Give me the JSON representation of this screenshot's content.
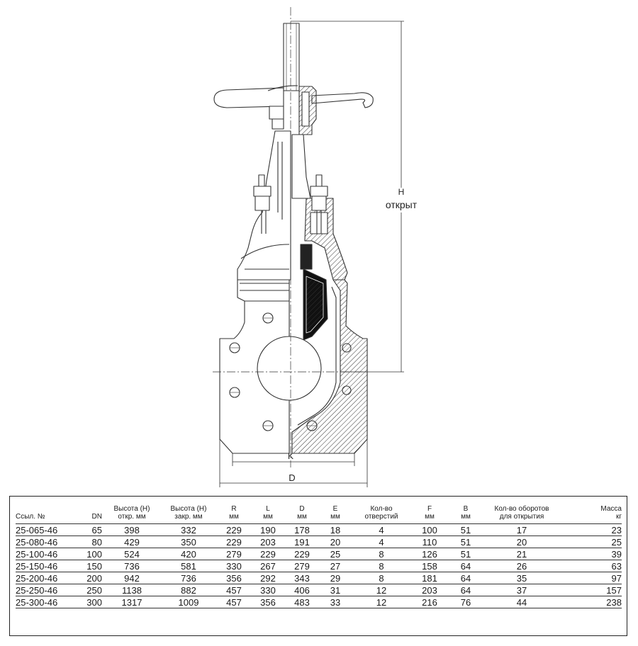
{
  "drawing": {
    "label_h": "H",
    "label_open": "открыт",
    "label_k": "K",
    "label_d": "D"
  },
  "table": {
    "headers": [
      "Ссыл. №",
      "DN",
      "Высота (H)\nоткр. мм",
      "Высота (H)\nзакр. мм",
      "R\nмм",
      "L\nмм",
      "D\nмм",
      "E\nмм",
      "Кол-во\nотверстий",
      "F\nмм",
      "B\nмм",
      "Кол-во оборотов\nдля открытия",
      "Масса\nкг"
    ],
    "rows": [
      [
        "25-065-46",
        "65",
        "398",
        "332",
        "229",
        "190",
        "178",
        "18",
        "4",
        "100",
        "51",
        "17",
        "23"
      ],
      [
        "25-080-46",
        "80",
        "429",
        "350",
        "229",
        "203",
        "191",
        "20",
        "4",
        "110",
        "51",
        "20",
        "25"
      ],
      [
        "25-100-46",
        "100",
        "524",
        "420",
        "279",
        "229",
        "229",
        "25",
        "8",
        "126",
        "51",
        "21",
        "39"
      ],
      [
        "25-150-46",
        "150",
        "736",
        "581",
        "330",
        "267",
        "279",
        "27",
        "8",
        "158",
        "64",
        "26",
        "63"
      ],
      [
        "25-200-46",
        "200",
        "942",
        "736",
        "356",
        "292",
        "343",
        "29",
        "8",
        "181",
        "64",
        "35",
        "97"
      ],
      [
        "25-250-46",
        "250",
        "1138",
        "882",
        "457",
        "330",
        "406",
        "31",
        "12",
        "203",
        "64",
        "37",
        "157"
      ],
      [
        "25-300-46",
        "300",
        "1317",
        "1009",
        "457",
        "356",
        "483",
        "33",
        "12",
        "216",
        "76",
        "44",
        "238"
      ]
    ]
  }
}
